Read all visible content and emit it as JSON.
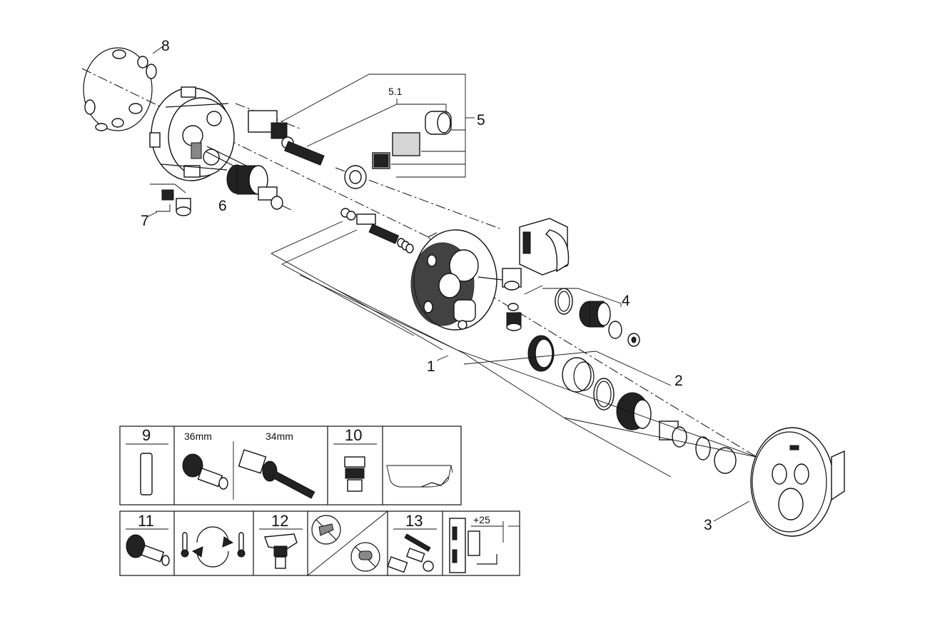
{
  "callouts": {
    "c1": "1",
    "c2": "2",
    "c3": "3",
    "c4": "4",
    "c5": "5",
    "c51": "5.1",
    "c6": "6",
    "c7": "7",
    "c8": "8"
  },
  "legend": {
    "row1": {
      "c9": "9",
      "size36": "36mm",
      "size34": "34mm",
      "c10": "10"
    },
    "row2": {
      "c11": "11",
      "c12": "12",
      "c13": "13",
      "plus25": "+25"
    }
  },
  "colors": {
    "ink": "#111111",
    "paper": "#ffffff"
  }
}
